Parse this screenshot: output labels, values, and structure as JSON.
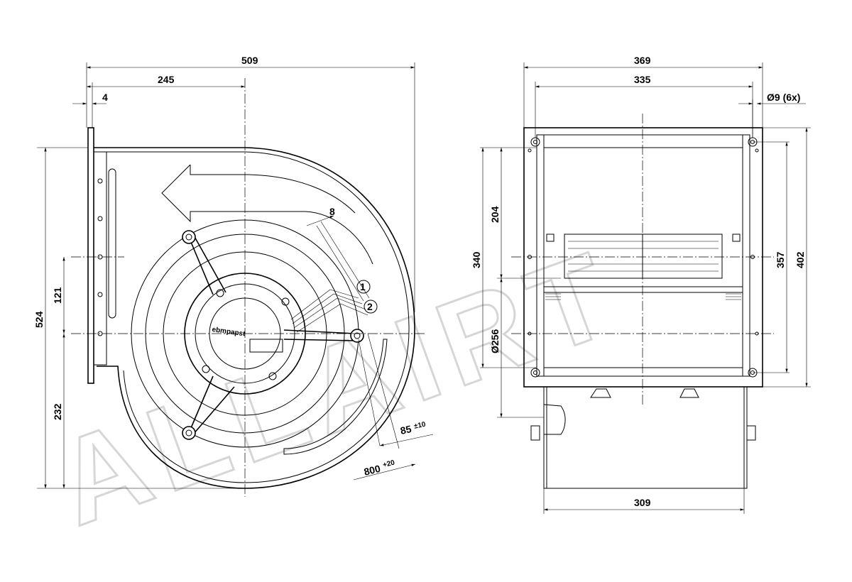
{
  "watermark": "ALLAIRT",
  "side_view": {
    "dims": {
      "overall_width": "509",
      "center_offset": "245",
      "flange": "4",
      "cable_gap": "8",
      "overall_height": "524",
      "upper_height": "121",
      "lower_height": "232",
      "cable_length": "800",
      "cable_length_tol": "+20",
      "strip_length": "85",
      "strip_length_tol": "±10"
    },
    "callouts": [
      "1",
      "2"
    ],
    "motor_label": "ebmpapst"
  },
  "front_view": {
    "dims": {
      "overall_width": "369",
      "hole_spacing": "335",
      "hole_note": "Ø9 (6x)",
      "height_204": "204",
      "height_340": "340",
      "diameter": "Ø256",
      "height_357": "357",
      "height_402": "402",
      "bottom_width": "309"
    }
  }
}
